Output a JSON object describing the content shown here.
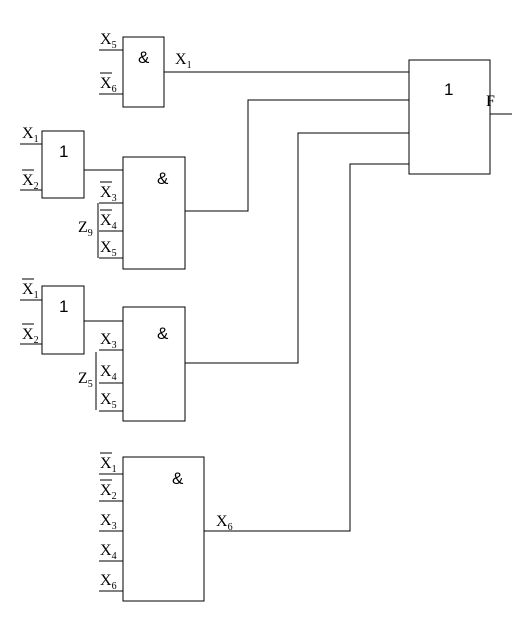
{
  "diagram": {
    "gates": [
      {
        "id": "g_and1",
        "symbol": "&",
        "inputs": [
          {
            "letter": "X",
            "sub": "5",
            "bar": false
          },
          {
            "letter": "X",
            "sub": "6",
            "bar": true
          }
        ],
        "output_label": {
          "letter": "X",
          "sub": "1"
        }
      },
      {
        "id": "g_or1",
        "symbol": "1",
        "inputs": [
          {
            "letter": "X",
            "sub": "1",
            "bar": false
          },
          {
            "letter": "X",
            "sub": "2",
            "bar": true
          }
        ],
        "output_label": null
      },
      {
        "id": "g_and2",
        "symbol": "&",
        "inputs": [
          {
            "letter": "X",
            "sub": "3",
            "bar": true
          },
          {
            "letter": "X",
            "sub": "4",
            "bar": true
          },
          {
            "letter": "X",
            "sub": "5",
            "bar": false
          }
        ],
        "output_label": null
      },
      {
        "id": "g_or2",
        "symbol": "1",
        "inputs": [
          {
            "letter": "X",
            "sub": "1",
            "bar": true
          },
          {
            "letter": "X",
            "sub": "2",
            "bar": true
          }
        ],
        "output_label": null
      },
      {
        "id": "g_and3",
        "symbol": "&",
        "inputs": [
          {
            "letter": "X",
            "sub": "3",
            "bar": false
          },
          {
            "letter": "X",
            "sub": "4",
            "bar": false
          },
          {
            "letter": "X",
            "sub": "5",
            "bar": false
          }
        ],
        "output_label": null
      },
      {
        "id": "g_and4",
        "symbol": "&",
        "inputs": [
          {
            "letter": "X",
            "sub": "1",
            "bar": true
          },
          {
            "letter": "X",
            "sub": "2",
            "bar": true
          },
          {
            "letter": "X",
            "sub": "3",
            "bar": false
          },
          {
            "letter": "X",
            "sub": "4",
            "bar": false
          },
          {
            "letter": "X",
            "sub": "6",
            "bar": false
          }
        ],
        "output_label": {
          "letter": "X",
          "sub": "6"
        }
      },
      {
        "id": "g_or_final",
        "symbol": "1",
        "inputs": [],
        "output_label": {
          "letter": "F",
          "sub": ""
        }
      }
    ],
    "group_labels": [
      {
        "letter": "Z",
        "sub": "9"
      },
      {
        "letter": "Z",
        "sub": "5"
      }
    ]
  }
}
